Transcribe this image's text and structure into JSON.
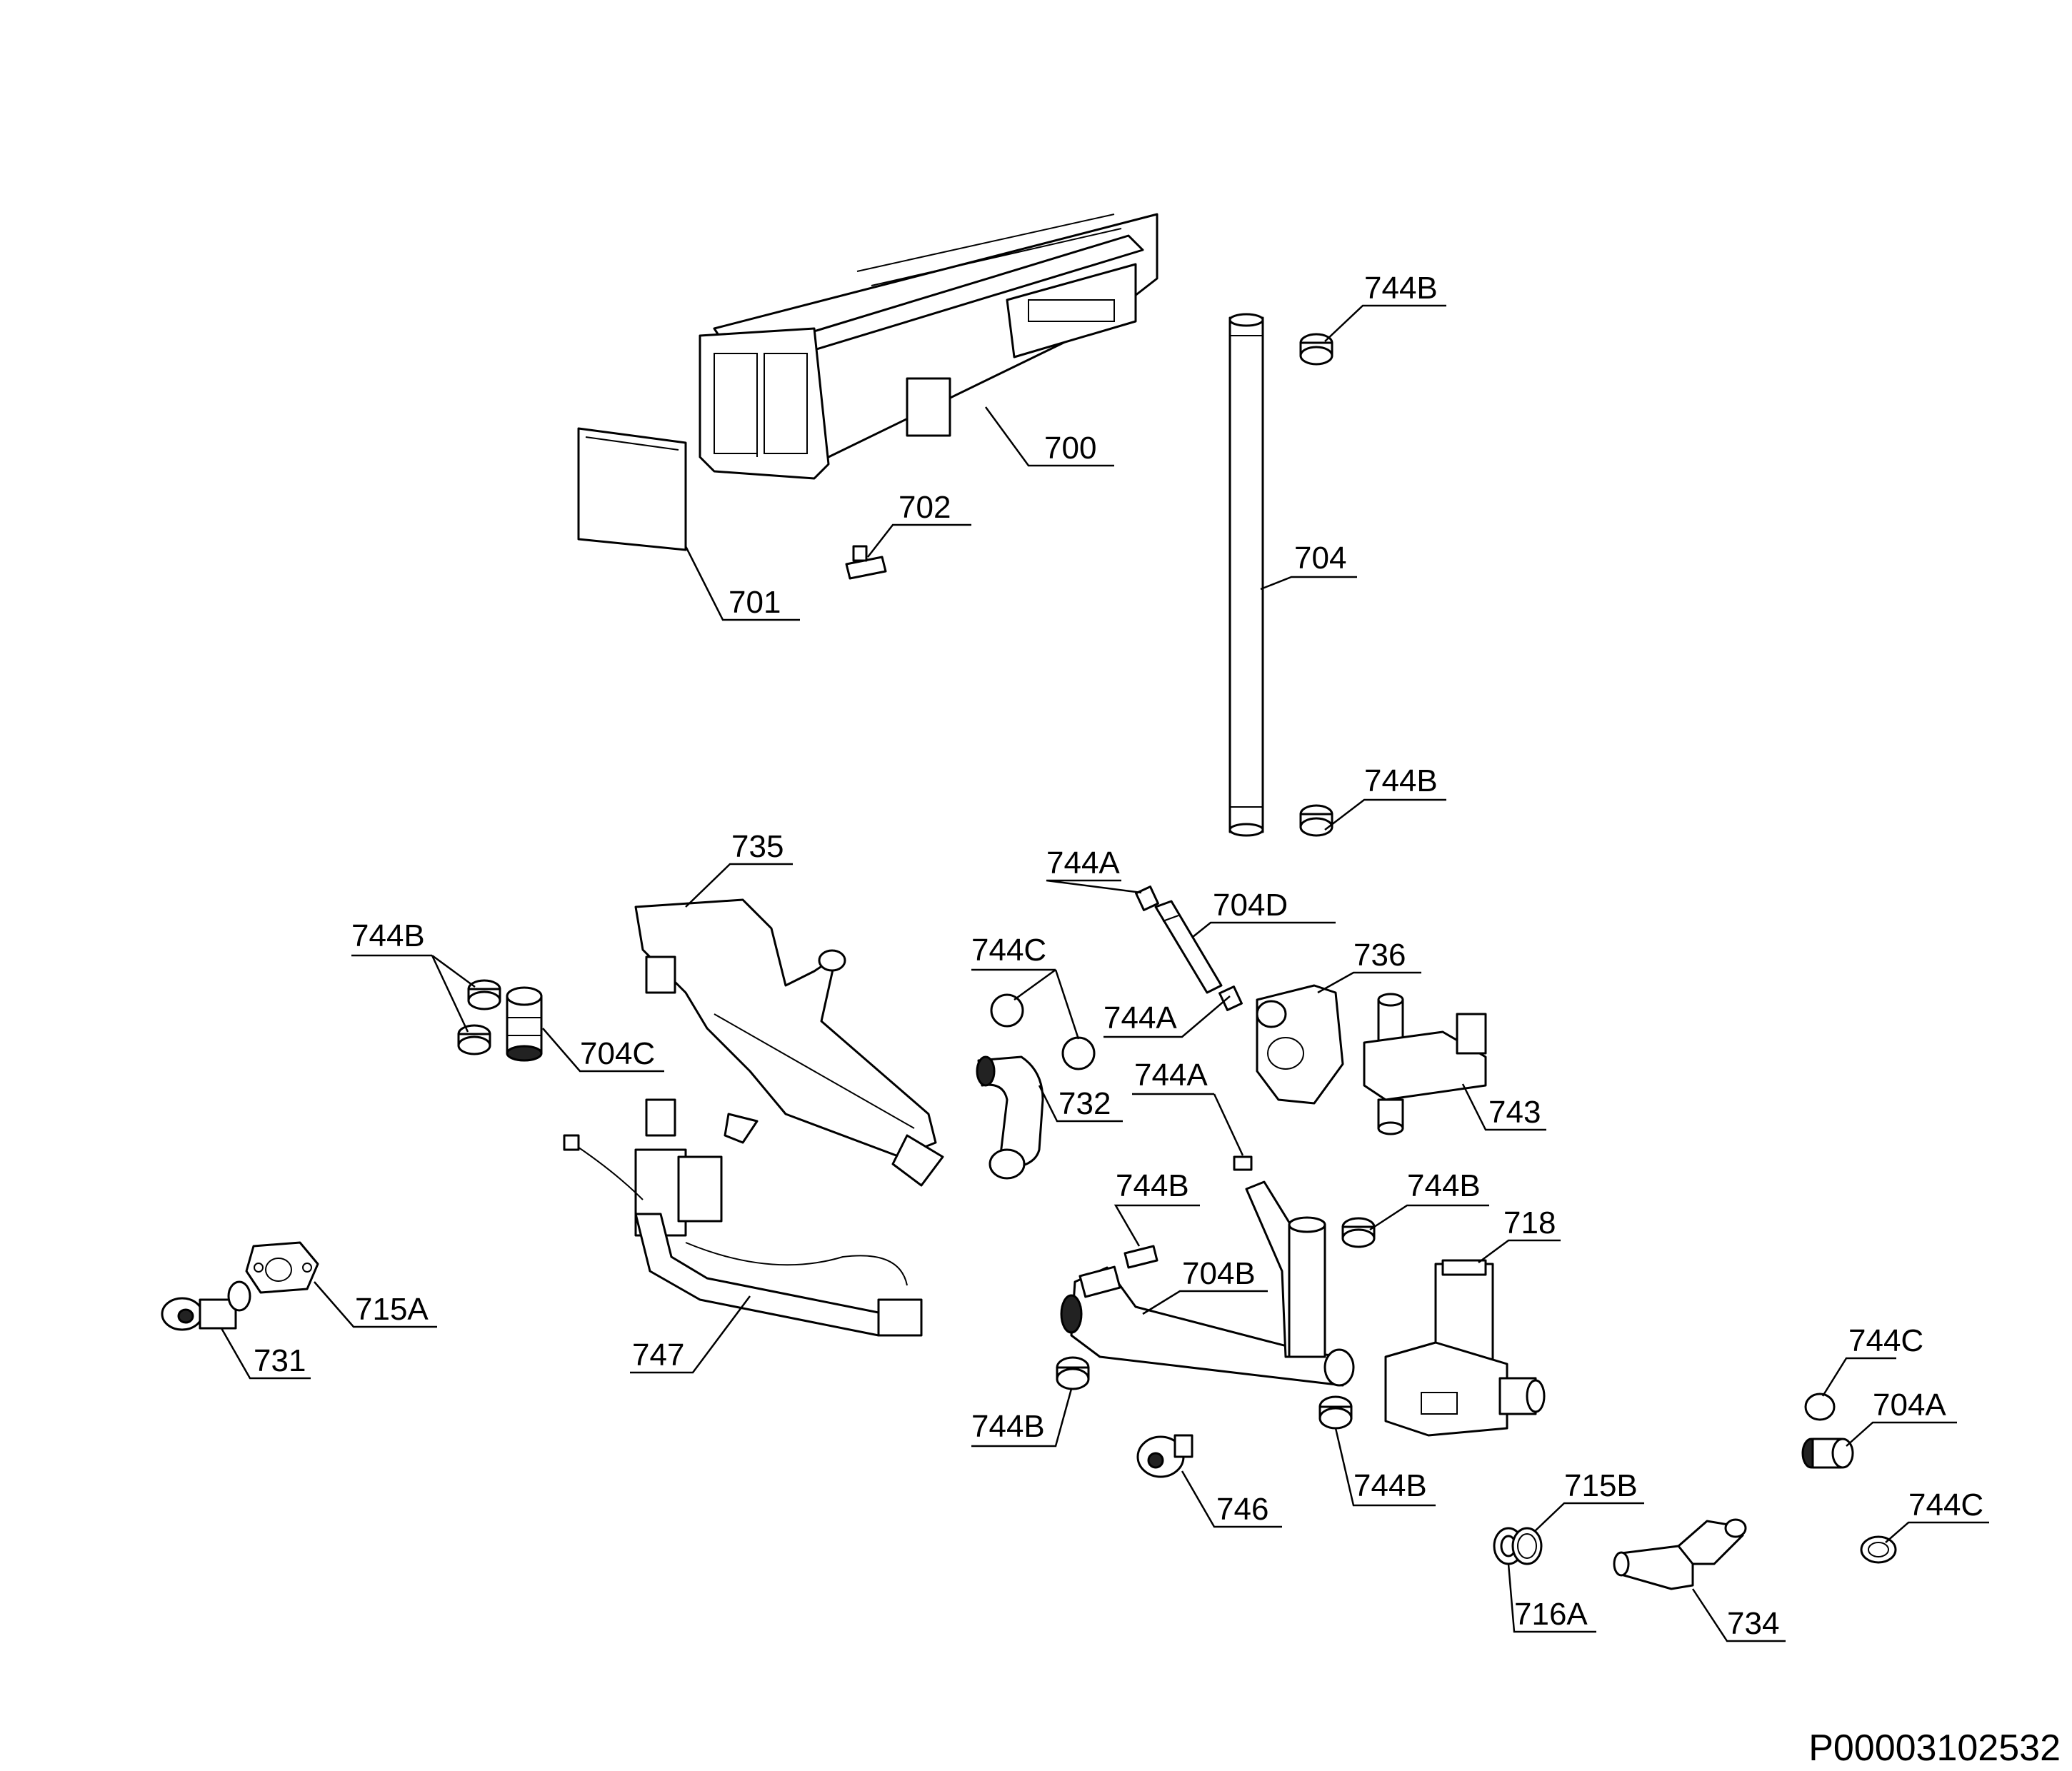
{
  "diagram": {
    "document_id": "P00003102532",
    "callouts": [
      {
        "id": "c-744B-top",
        "label": "744B"
      },
      {
        "id": "c-700",
        "label": "700"
      },
      {
        "id": "c-702",
        "label": "702"
      },
      {
        "id": "c-704",
        "label": "704"
      },
      {
        "id": "c-701",
        "label": "701"
      },
      {
        "id": "c-744B-mid",
        "label": "744B"
      },
      {
        "id": "c-735",
        "label": "735"
      },
      {
        "id": "c-744A-1",
        "label": "744A"
      },
      {
        "id": "c-704D",
        "label": "704D"
      },
      {
        "id": "c-744B-left",
        "label": "744B"
      },
      {
        "id": "c-744C-1",
        "label": "744C"
      },
      {
        "id": "c-736",
        "label": "736"
      },
      {
        "id": "c-744A-2",
        "label": "744A"
      },
      {
        "id": "c-704C",
        "label": "704C"
      },
      {
        "id": "c-732",
        "label": "732"
      },
      {
        "id": "c-744A-3",
        "label": "744A"
      },
      {
        "id": "c-743",
        "label": "743"
      },
      {
        "id": "c-744B-4",
        "label": "744B"
      },
      {
        "id": "c-744B-5",
        "label": "744B"
      },
      {
        "id": "c-718",
        "label": "718"
      },
      {
        "id": "c-704B",
        "label": "704B"
      },
      {
        "id": "c-715A",
        "label": "715A"
      },
      {
        "id": "c-747",
        "label": "747"
      },
      {
        "id": "c-731",
        "label": "731"
      },
      {
        "id": "c-744C-2",
        "label": "744C"
      },
      {
        "id": "c-704A",
        "label": "704A"
      },
      {
        "id": "c-744B-6",
        "label": "744B"
      },
      {
        "id": "c-744B-7",
        "label": "744B"
      },
      {
        "id": "c-715B",
        "label": "715B"
      },
      {
        "id": "c-746",
        "label": "746"
      },
      {
        "id": "c-744C-3",
        "label": "744C"
      },
      {
        "id": "c-716A",
        "label": "716A"
      },
      {
        "id": "c-734",
        "label": "734"
      }
    ]
  }
}
